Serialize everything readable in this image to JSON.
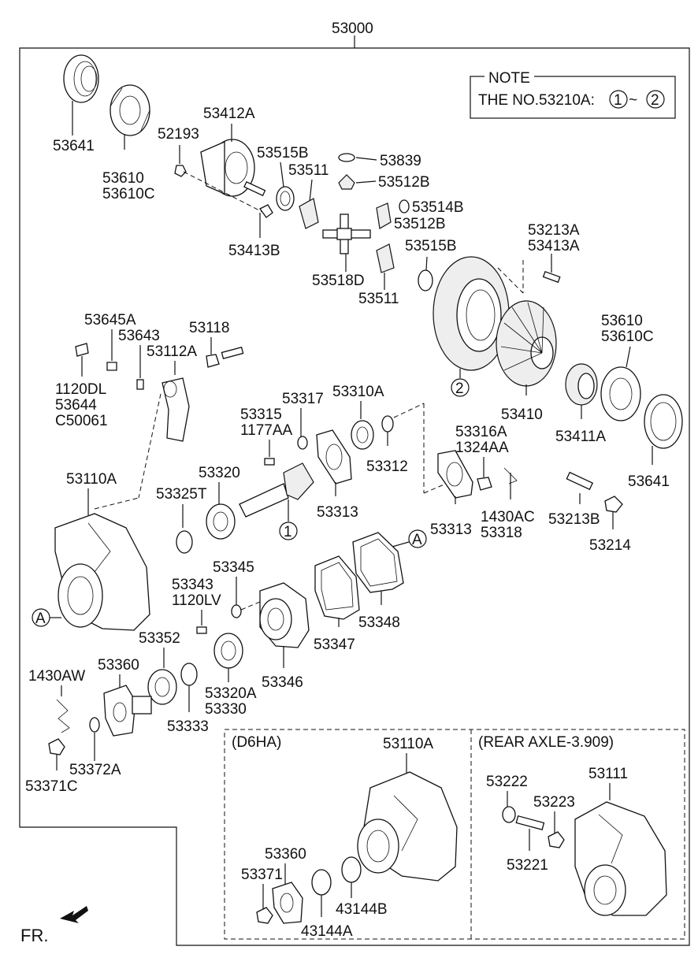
{
  "title_number": "53000",
  "note": {
    "heading": "NOTE",
    "text": "THE NO.53210A:",
    "ref_from": "1",
    "tilde": "~",
    "ref_to": "2"
  },
  "markers": {
    "one": "1",
    "two": "2",
    "a": "A"
  },
  "sections": {
    "d6ha": "(D6HA)",
    "rear_axle": "(REAR AXLE-3.909)"
  },
  "direction": {
    "label": "FR."
  },
  "labels": {
    "l53641a": "53641",
    "l53610a": "53610",
    "l53610c_a": "53610C",
    "l52193": "52193",
    "l53412a": "53412A",
    "l53413b": "53413B",
    "l53515b_a": "53515B",
    "l53511_a": "53511",
    "l53839": "53839",
    "l53512b_a": "53512B",
    "l53514b": "53514B",
    "l53512b_b": "53512B",
    "l53518d": "53518D",
    "l53511_b": "53511",
    "l53515b_b": "53515B",
    "l53213a": "53213A",
    "l53413a": "53413A",
    "l53610b": "53610",
    "l53610c_b": "53610C",
    "l53645a": "53645A",
    "l53643": "53643",
    "l53118": "53118",
    "l53112a": "53112A",
    "l1120dl": "1120DL",
    "l53644": "53644",
    "lc50061": "C50061",
    "l53317": "53317",
    "l53310a": "53310A",
    "l53315": "53315",
    "l1177aa": "1177AA",
    "l53312": "53312",
    "l53316a": "53316A",
    "l1324aa": "1324AA",
    "l53410": "53410",
    "l53411a": "53411A",
    "l53641b": "53641",
    "l53110a_a": "53110A",
    "l53320": "53320",
    "l53325t": "53325T",
    "l53313_a": "53313",
    "l53313_b": "53313",
    "l1430ac": "1430AC",
    "l53318": "53318",
    "l53213b": "53213B",
    "l53214": "53214",
    "l53345": "53345",
    "l53343": "53343",
    "l1120lv": "1120LV",
    "l53352": "53352",
    "l53347": "53347",
    "l53348": "53348",
    "l1430aw": "1430AW",
    "l53360_a": "53360",
    "l53346": "53346",
    "l53320a": "53320A",
    "l53330": "53330",
    "l53333": "53333",
    "l53372a": "53372A",
    "l53371c": "53371C",
    "l53110a_b": "53110A",
    "l53360_b": "53360",
    "l53371": "53371",
    "l43144b": "43144B",
    "l43144a": "43144A",
    "l53222": "53222",
    "l53111": "53111",
    "l53223": "53223",
    "l53221": "53221"
  }
}
